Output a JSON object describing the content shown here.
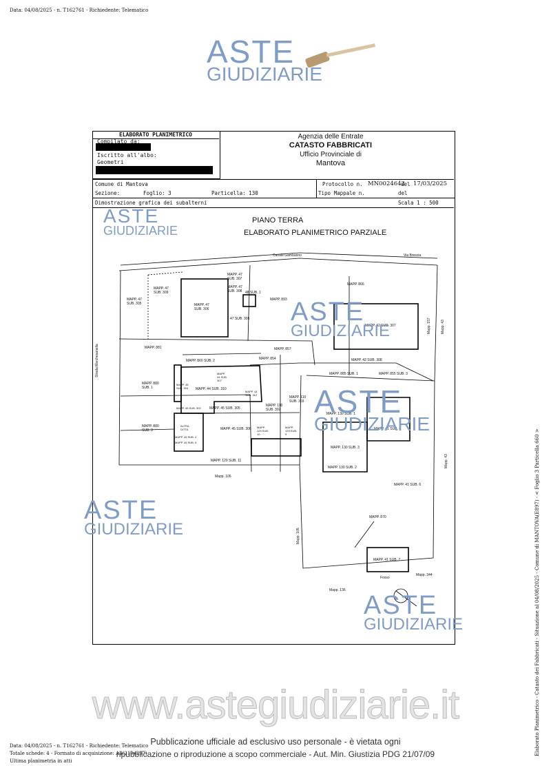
{
  "top_note": "Data: 04/08/2025 - n. T162761 - Richiedente: Telematico",
  "watermark": {
    "line1": "ASTE",
    "line2": "GIUDIZIARIE"
  },
  "header": {
    "title": "ELABORATO PLANIMETRICO",
    "compilato": "Compilato da:",
    "iscritto": "Iscritto all'albo:",
    "albo": "Geometri",
    "agency": "Agenzia delle Entrate",
    "catasto": "CATASTO FABBRICATI",
    "ufficio": "Ufficio Provinciale di",
    "citta": "Mantova",
    "comune": "Comune di Mantova",
    "sezione": "Sezione:",
    "foglio": "Foglio: 3",
    "particella": "Particella: 130",
    "protocollo_label": "Protocollo n.",
    "protocollo": "MN0024642",
    "del_label": "del",
    "data": "17/03/2025",
    "tipo_mappale": "Tipo Mappale n.",
    "del2": "del",
    "dimostrazione": "Dimostrazione grafica dei subalterni",
    "scala": "Scala 1 : 500"
  },
  "plan": {
    "title1": "PIANO TERRA",
    "title2": "ELABORATO PLANIMETRICO PARZIALE",
    "labels": {
      "canale": "Canale Gambarino",
      "via_brescia": "Via Brescia",
      "strada": "Strada Marchesanella",
      "m47_307": "MAPP. 47 SUB. 307",
      "m47_308": "MAPP. 47 SUB. 308",
      "m47_305": "MAPP. 47 SUB. 305",
      "m47_306": "MAPP. 47 SUB. 306",
      "m47_309": "MAPP. 47 SUB. 309",
      "m48_1": "48 SUB. 1",
      "m47_305b": "47 SUB. 305",
      "m893": "MAPP. 893",
      "m866": "MAPP. 866",
      "m42_307": "MAPP. 42 SUB. 307",
      "m157": "Mapp. 157",
      "m43": "Mapp. 43",
      "m881": "MAPP. 881",
      "m857": "MAPP. 857",
      "m854": "MAPP. 854",
      "m42_308": "MAPP. 42 SUB. 308",
      "m885_1": "MAPP. 885 SUB. 1",
      "m855_3": "MAPP. 855 SUB. 3",
      "m860_2": "MAPP. 860 SUB. 2",
      "m880_1": "MAPP. 880 SUB. 1",
      "m45_304": "MAPP. 45 SUB. 304",
      "m44_307": "MAPP. 44 SUB. 307",
      "m44_310": "MAPP. 44 SUB. 310",
      "m44_312": "MAPP. 44 SUB. 312",
      "m110_302": "MAPP. 110 SUB. 302",
      "m110_303": "MAPP. 110 SUB. 303",
      "m45_302": "MAPP. 45 SUB. 302",
      "m45_305": "MAPP. 45 SUB. 305",
      "m130_1": "MAPP. 130 SUB. 1",
      "m41_6a": "MAPP. 41 SUB. 6",
      "m880_3": "MAPP. 880 SUB. 3",
      "altra_ditta": "ALTRA DITTA",
      "m45_4": "MAPP. 45 SUB. 4",
      "m45_5": "MAPP. 45 SUB. 5",
      "m45_306": "MAPP. 45 SUB. 306",
      "m129_10": "MAPP. 129 SUB. 10",
      "m129_9": "MAPP. 129 SUB. 9",
      "m130_3": "MAPP. 130 SUB. 3",
      "m129_11": "MAPP. 129 SUB. 11",
      "m130_2": "MAPP. 130 SUB. 2",
      "m106": "Mapp. 106",
      "m43b": "Mapp. 43",
      "m41_6": "MAPP. 41 SUB. 6",
      "m870": "MAPP. 870",
      "m105": "Mapp. 105",
      "m41_7": "MAPP. 41 SUB. 7",
      "fosso": "Fosso",
      "m344": "Mapp. 344",
      "m136": "Mapp. 136"
    }
  },
  "footer": {
    "line1": "Data: 04/08/2025 - n. T162761 - Richiedente: Telematico",
    "line2": "Totale schede: 4 - Formato di acquisizione: A4(210x297)",
    "line3": "Ultima planimetria in atti",
    "site": "www.astegiudiziarie.it",
    "pub1": "Pubblicazione ufficiale ad esclusivo uso personale - è vietata ogni",
    "pub2": "ripubblicazione o riproduzione a scopo commerciale - Aut. Min. Giustizia PDG 21/07/09",
    "side": "Elaborato Planimetrico - Catasto dei Fabbricati - Situazione al 04/08/2025 - Comune di MANTOVA(E897) - < Foglio 3 Particella 660 >"
  }
}
